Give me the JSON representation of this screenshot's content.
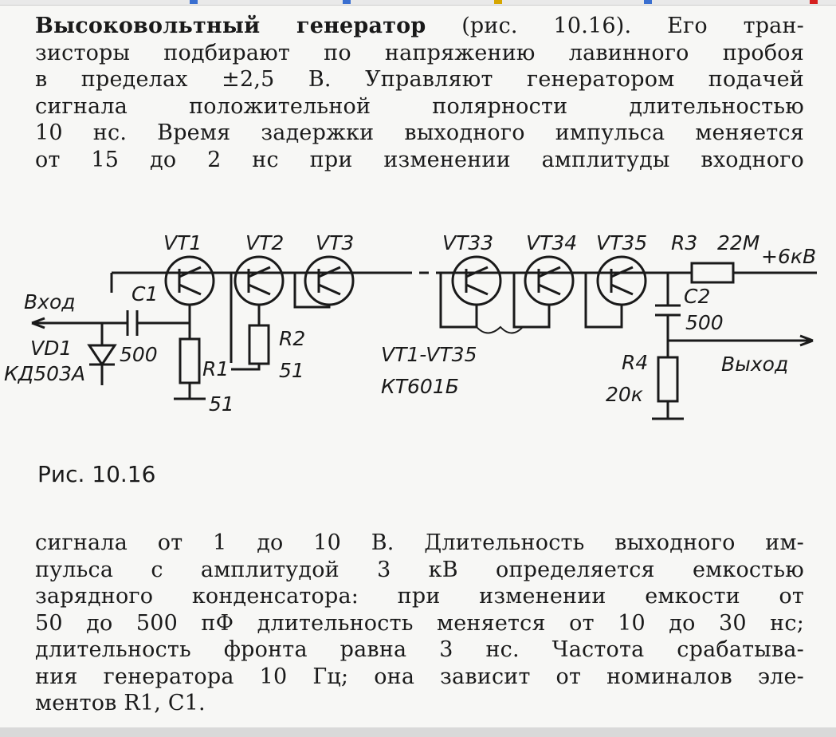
{
  "paragraph1": {
    "title": "Высоковольтный генератор",
    "lines": [
      " (рис. 10.16). Его тран-",
      "зисторы подбирают по напряжению лавинного пробоя",
      "в пределах ±2,5 В. Управляют генератором подачей",
      "сигнала положительной полярности длительностью",
      "10 нс. Время задержки выходного импульса меняется",
      "от 15 до 2 нс при изменении амплитуды входного"
    ]
  },
  "circuit": {
    "transistors": [
      "VT1",
      "VT2",
      "VT3",
      "VT33",
      "VT34",
      "VT35"
    ],
    "r3_label": "R3",
    "r3_value": "22M",
    "supply": "+6кВ",
    "input_label": "Вход",
    "output_label": "Выход",
    "c1_label": "C1",
    "c1_value": "500",
    "vd1_label": "VD1",
    "vd1_type": "КД503А",
    "r1_label": "R1",
    "r1_value": "51",
    "r2_label": "R2",
    "r2_value": "51",
    "range_label": "VT1-VT35",
    "transistor_type": "КТ601Б",
    "c2_label": "C2",
    "c2_value": "500",
    "r4_label": "R4",
    "r4_value": "20к"
  },
  "caption": "Рис. 10.16",
  "paragraph2": {
    "lines": [
      "сигнала от 1 до 10 В. Длительность выходного им-",
      "пульса с амплитудой 3 кВ определяется емкостью",
      "зарядного конденсатора: при изменении емкости от",
      "50 до 500 пФ длительность меняется от 10 до 30 нс;",
      "длительность фронта равна 3 нс. Частота срабатыва-",
      "ния генератора 10 Гц; она зависит от номиналов эле-",
      "ментов R1, C1."
    ]
  }
}
